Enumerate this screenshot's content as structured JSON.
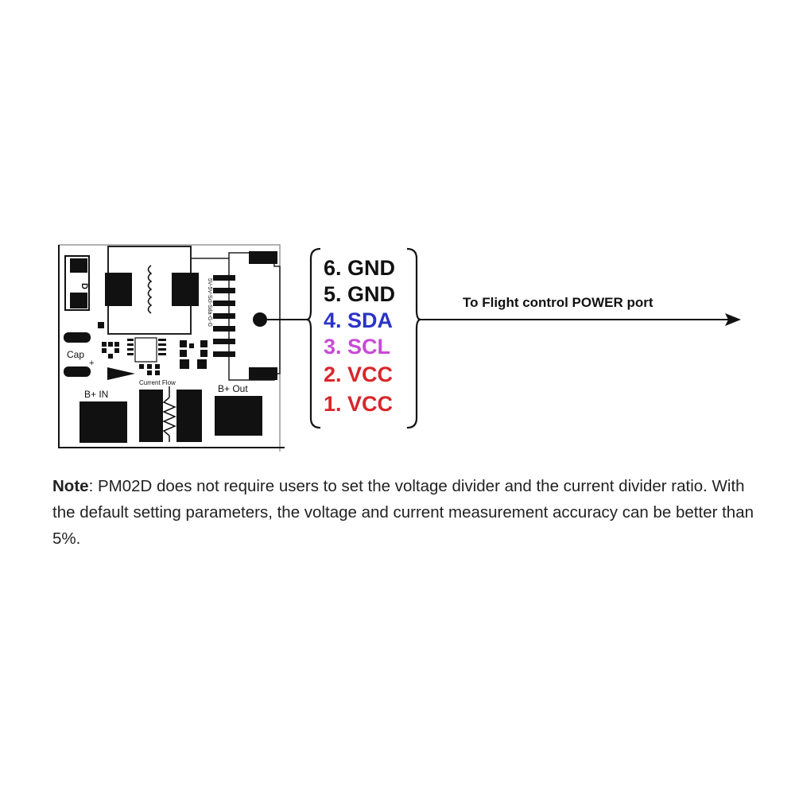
{
  "board": {
    "diode_label": "D",
    "cap_label": "Cap",
    "plus_label": "+",
    "current_flow_label": "Current Flow",
    "b_in_label": "B+  IN",
    "b_out_label": "B+  Out",
    "pin_silk_label": "5V-5V-Scl-Sda-G-G"
  },
  "pins": [
    {
      "label": "6. GND",
      "color": "#111111"
    },
    {
      "label": "5. GND",
      "color": "#111111"
    },
    {
      "label": "4. SDA",
      "color": "#2a33c9"
    },
    {
      "label": "3. SCL",
      "color": "#c94bd6"
    },
    {
      "label": "2. VCC",
      "color": "#d8262b"
    },
    {
      "label": "1. VCC",
      "color": "#d8262b"
    }
  ],
  "arrow_label": "To Flight control POWER port",
  "note": {
    "prefix": "Note",
    "text": ": PM02D does not require users to set the voltage divider and the current divider ratio. With the default setting parameters, the voltage and current measurement accuracy can be better than 5%."
  }
}
